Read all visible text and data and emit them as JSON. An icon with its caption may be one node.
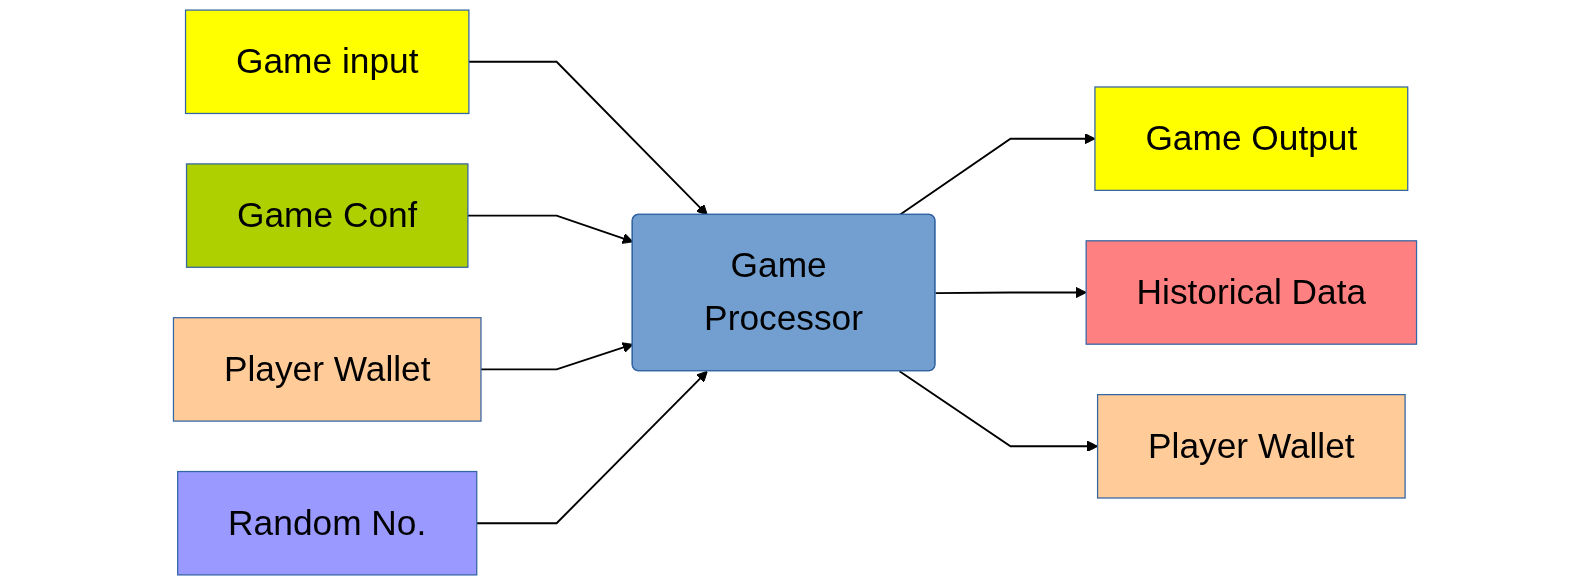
{
  "diagram": {
    "nodes": [
      {
        "text": [
          "Game input"
        ]
      },
      {
        "text": [
          "Game Conf"
        ]
      },
      {
        "text": [
          "Player Wallet"
        ]
      },
      {
        "text": [
          "Game Processor"
        ]
      },
      {
        "text": [
          "Random No."
        ]
      },
      {
        "text": [
          "Game Output"
        ]
      },
      {
        "text": [
          "Historical Data"
        ]
      },
      {
        "text": [
          "Player Wallet"
        ]
      }
    ],
    "edges": [
      {
        "from": 0,
        "to": 3,
        "arrow": "to"
      },
      {
        "from": 1,
        "to": 3,
        "arrow": "to"
      },
      {
        "from": 2,
        "to": 3,
        "arrow": "to"
      },
      {
        "from": 4,
        "to": 3,
        "arrow": "to"
      },
      {
        "from": 3,
        "to": 5,
        "arrow": "to"
      },
      {
        "from": 3,
        "to": 6,
        "arrow": "to"
      },
      {
        "from": 3,
        "to": 7,
        "arrow": "to"
      }
    ]
  }
}
